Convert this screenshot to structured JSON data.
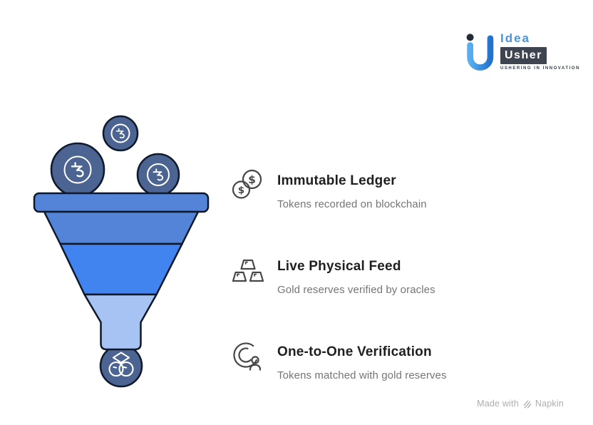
{
  "logo": {
    "idea": "Idea",
    "usher": "Usher",
    "tagline": "USHERING IN INNOVATION"
  },
  "features": [
    {
      "icon": "dollar-coins-icon",
      "title": "Immutable Ledger",
      "subtitle": "Tokens recorded on blockchain"
    },
    {
      "icon": "gold-bars-icon",
      "title": "Live Physical Feed",
      "subtitle": "Gold reserves verified by oracles"
    },
    {
      "icon": "person-verification-icon",
      "title": "One-to-One Verification",
      "subtitle": "Tokens matched with gold reserves"
    }
  ],
  "funnel": {
    "coin_symbol": "tezos",
    "input_coin_count": 3,
    "stages": [
      {
        "name": "top",
        "color": "#5484d7"
      },
      {
        "name": "middle",
        "color": "#4184f0"
      },
      {
        "name": "bottom",
        "color": "#a7c3f4"
      }
    ],
    "outlet_icon": "gold-pieces-icon"
  },
  "footer": {
    "made_with": "Made with",
    "brand": "Napkin"
  },
  "colors": {
    "title": "#1f1f1f",
    "subtitle": "#757575",
    "icon-stroke": "#474747",
    "funnel-top": "#5484d7",
    "funnel-middle": "#4184f0",
    "funnel-bottom": "#a7c3f4",
    "funnel-outline": "#0e1828",
    "coin-fill": "#4b6492",
    "coin-outline": "#101b2e",
    "logo-blue": "#4a94d8",
    "logo-dark": "#3e4450",
    "footer-gray": "#adadad"
  }
}
